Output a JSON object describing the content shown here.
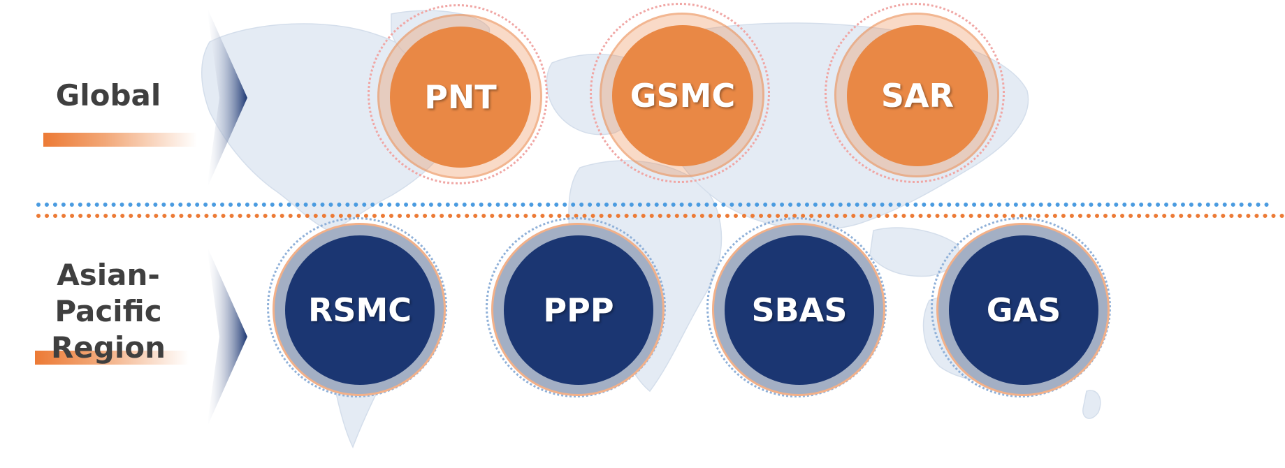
{
  "colors": {
    "orange": "#e98845",
    "navy": "#1b3672",
    "divider_blue": "#4a9be0",
    "divider_orange": "#ec7a35",
    "label_text": "#3f3f3f",
    "map": "#e4ebf4"
  },
  "rows": {
    "global": {
      "label": "Global",
      "nodes": [
        "PNT",
        "GSMC",
        "SAR"
      ]
    },
    "apac": {
      "label_line1": "Asian-Pacific",
      "label_line2": "Region",
      "nodes": [
        "RSMC",
        "PPP",
        "SBAS",
        "GAS"
      ]
    }
  },
  "background": "world-map-silhouette"
}
